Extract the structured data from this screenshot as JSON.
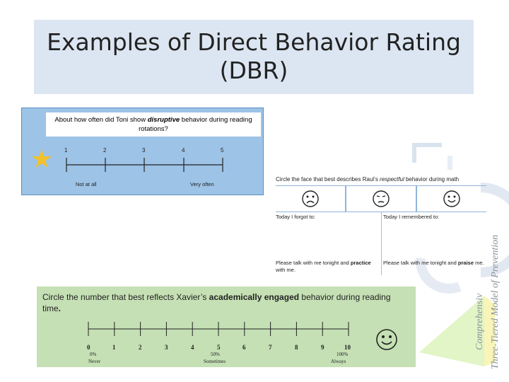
{
  "title": {
    "line1": "Examples of Direct Behavior Rating",
    "line2": "(DBR)"
  },
  "card1": {
    "question_pre": "About how often did Toni show ",
    "question_em": "disruptive",
    "question_post": " behavior during reading rotations?",
    "scale": [
      "1",
      "2",
      "3",
      "4",
      "5"
    ],
    "low_label": "Not at all",
    "high_label": "Very often",
    "icon": "star-icon",
    "star_color": "#f2c12e"
  },
  "card2": {
    "head_pre": "Circle the face that best describes Raul’s ",
    "head_em": "respectful",
    "head_post": " behavior during math",
    "faces": [
      "frown-face-icon",
      "neutral-face-icon",
      "smile-face-icon"
    ],
    "forgot": "Today I forgot to:",
    "remembered": "Today I remembered to:",
    "left_note_pre": "Please talk with me tonight and ",
    "left_note_b": "practice",
    "left_note_post": " with me.",
    "right_note_pre": "Please talk with me tonight and ",
    "right_note_b": "praise",
    "right_note_post": " me."
  },
  "card3": {
    "question_pre": "Circle the number that best reflects Xavier’s ",
    "question_b": "academically engaged",
    "question_post": " behavior during reading time",
    "question_end": ".",
    "scale": [
      "0",
      "1",
      "2",
      "3",
      "4",
      "5",
      "6",
      "7",
      "8",
      "9",
      "10"
    ],
    "pct_low": "0%",
    "pct_mid": "50%",
    "pct_high": "100%",
    "lbl_low": "Never",
    "lbl_mid": "Sometimes",
    "lbl_high": "Always",
    "bg_color": "#c5e0b4"
  },
  "side": {
    "line1": "Comprehensiv",
    "line2": "Three-Tiered Model of Prevention"
  }
}
